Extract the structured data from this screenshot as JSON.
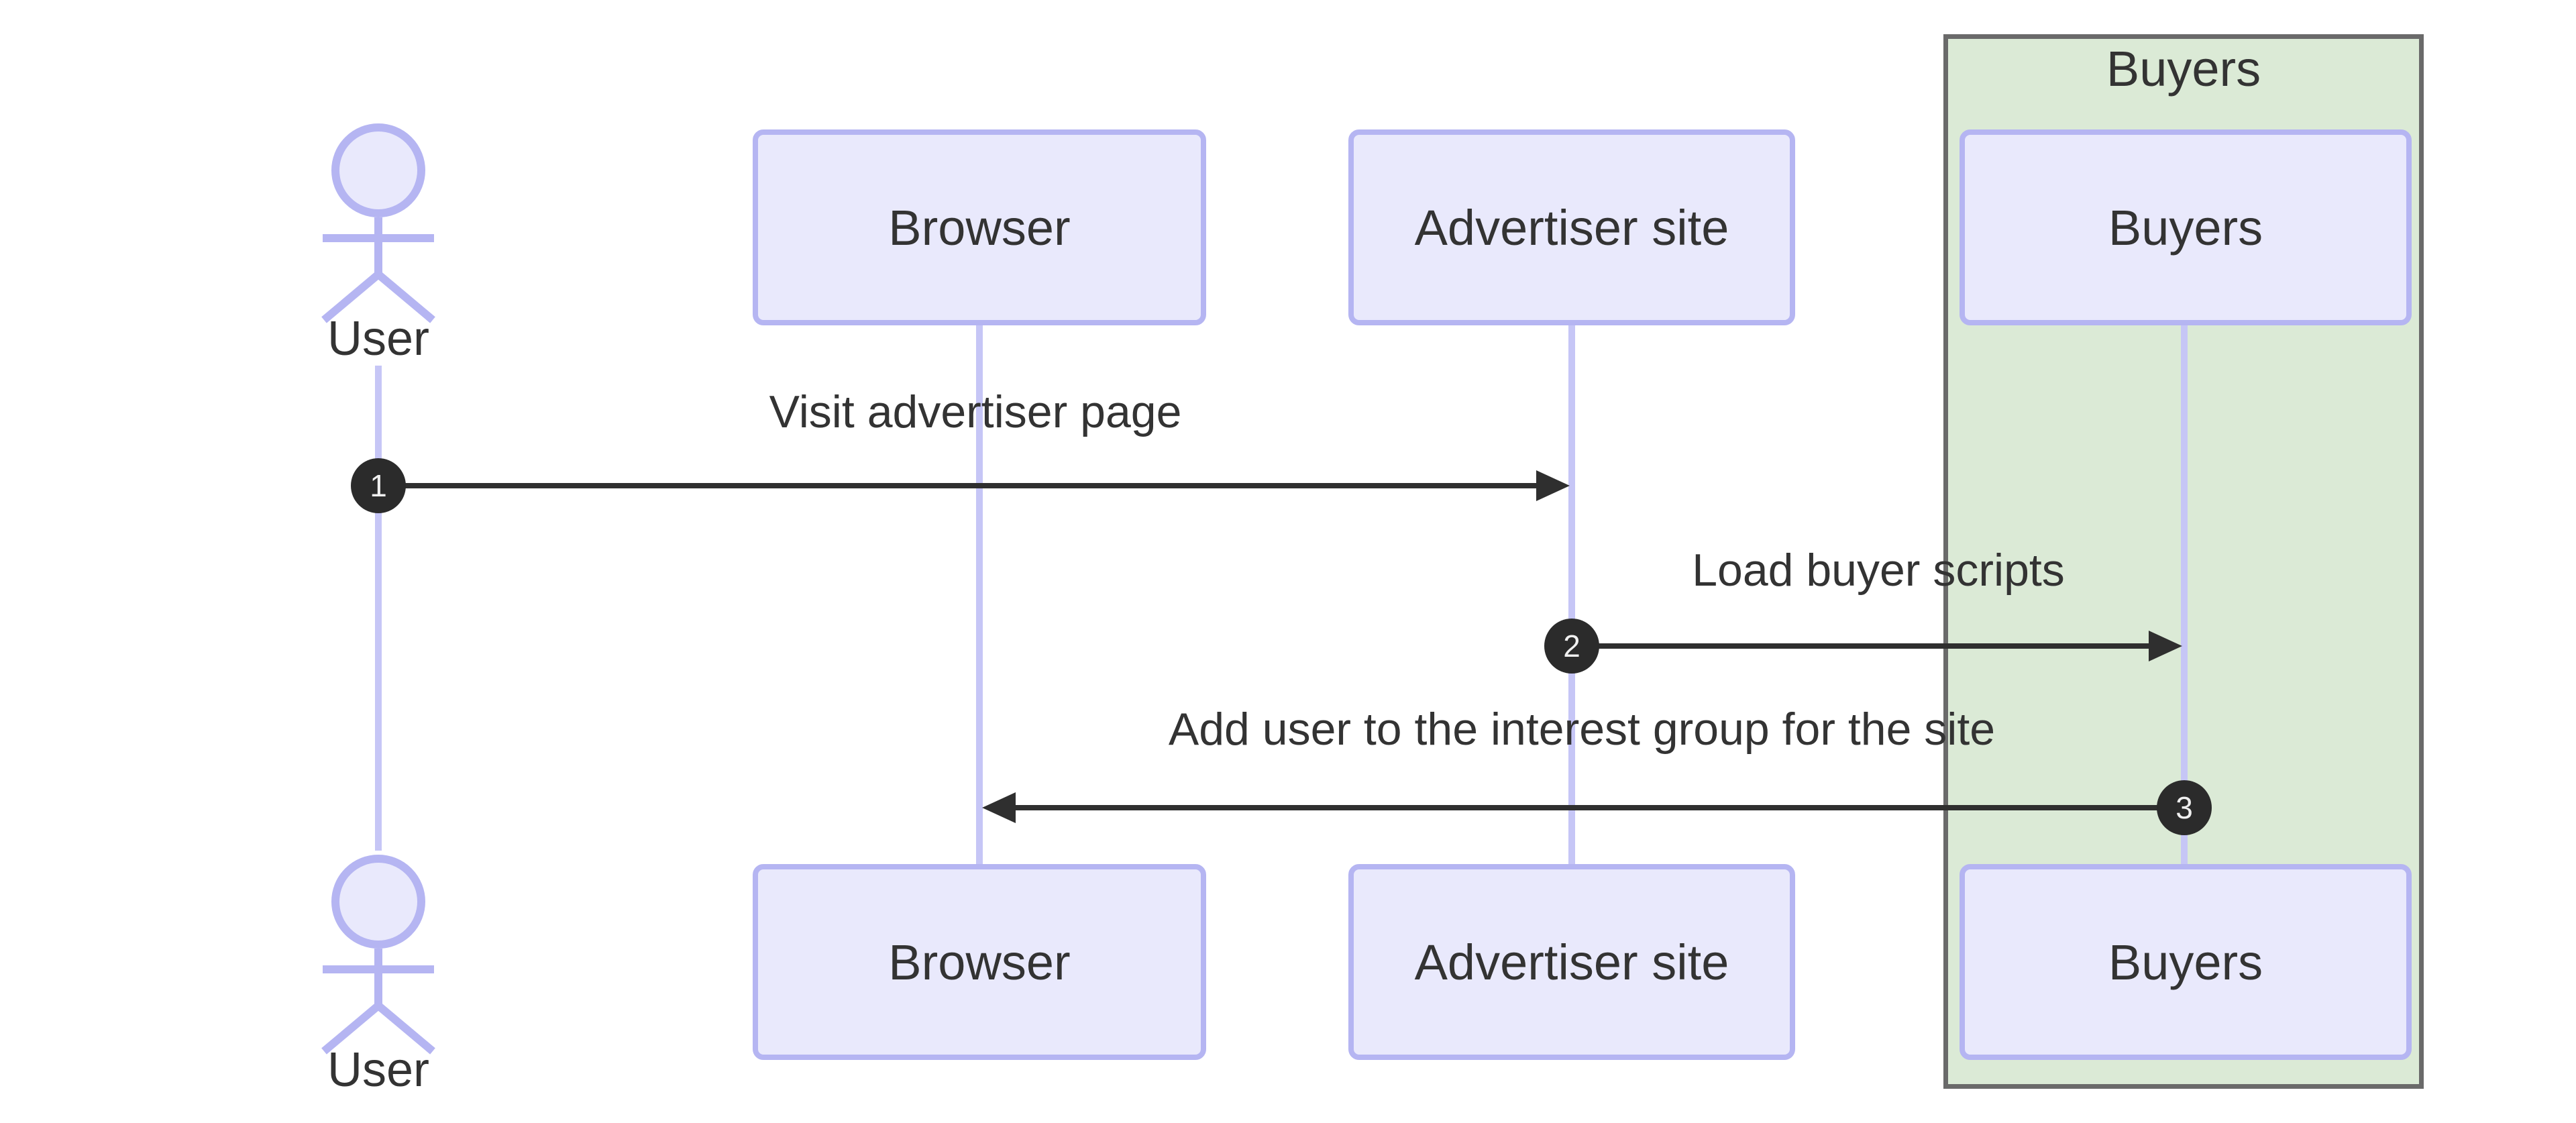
{
  "diagram": {
    "type": "sequence-diagram",
    "background": "#ffffff",
    "colors": {
      "participant_fill": "#e9e9fc",
      "participant_border": "#b5b5f2",
      "lifeline": "#c6c6f6",
      "group_fill": "#dbead6",
      "group_border": "#6a6a6a",
      "message_line": "#2f2f2f",
      "badge_fill": "#2b2b2b",
      "badge_text": "#f0f0f0",
      "text": "#333333"
    },
    "actor": {
      "label": "User"
    },
    "participants": [
      {
        "label": "Browser"
      },
      {
        "label": "Advertiser site"
      },
      {
        "label": "Buyers"
      }
    ],
    "group": {
      "label": "Buyers"
    },
    "messages": [
      {
        "num": "1",
        "label": "Visit advertiser page",
        "from": "User",
        "to": "Advertiser site"
      },
      {
        "num": "2",
        "label": "Load buyer scripts",
        "from": "Advertiser site",
        "to": "Buyers"
      },
      {
        "num": "3",
        "label": "Add user to the interest group for the site",
        "from": "Buyers",
        "to": "Browser"
      }
    ]
  }
}
